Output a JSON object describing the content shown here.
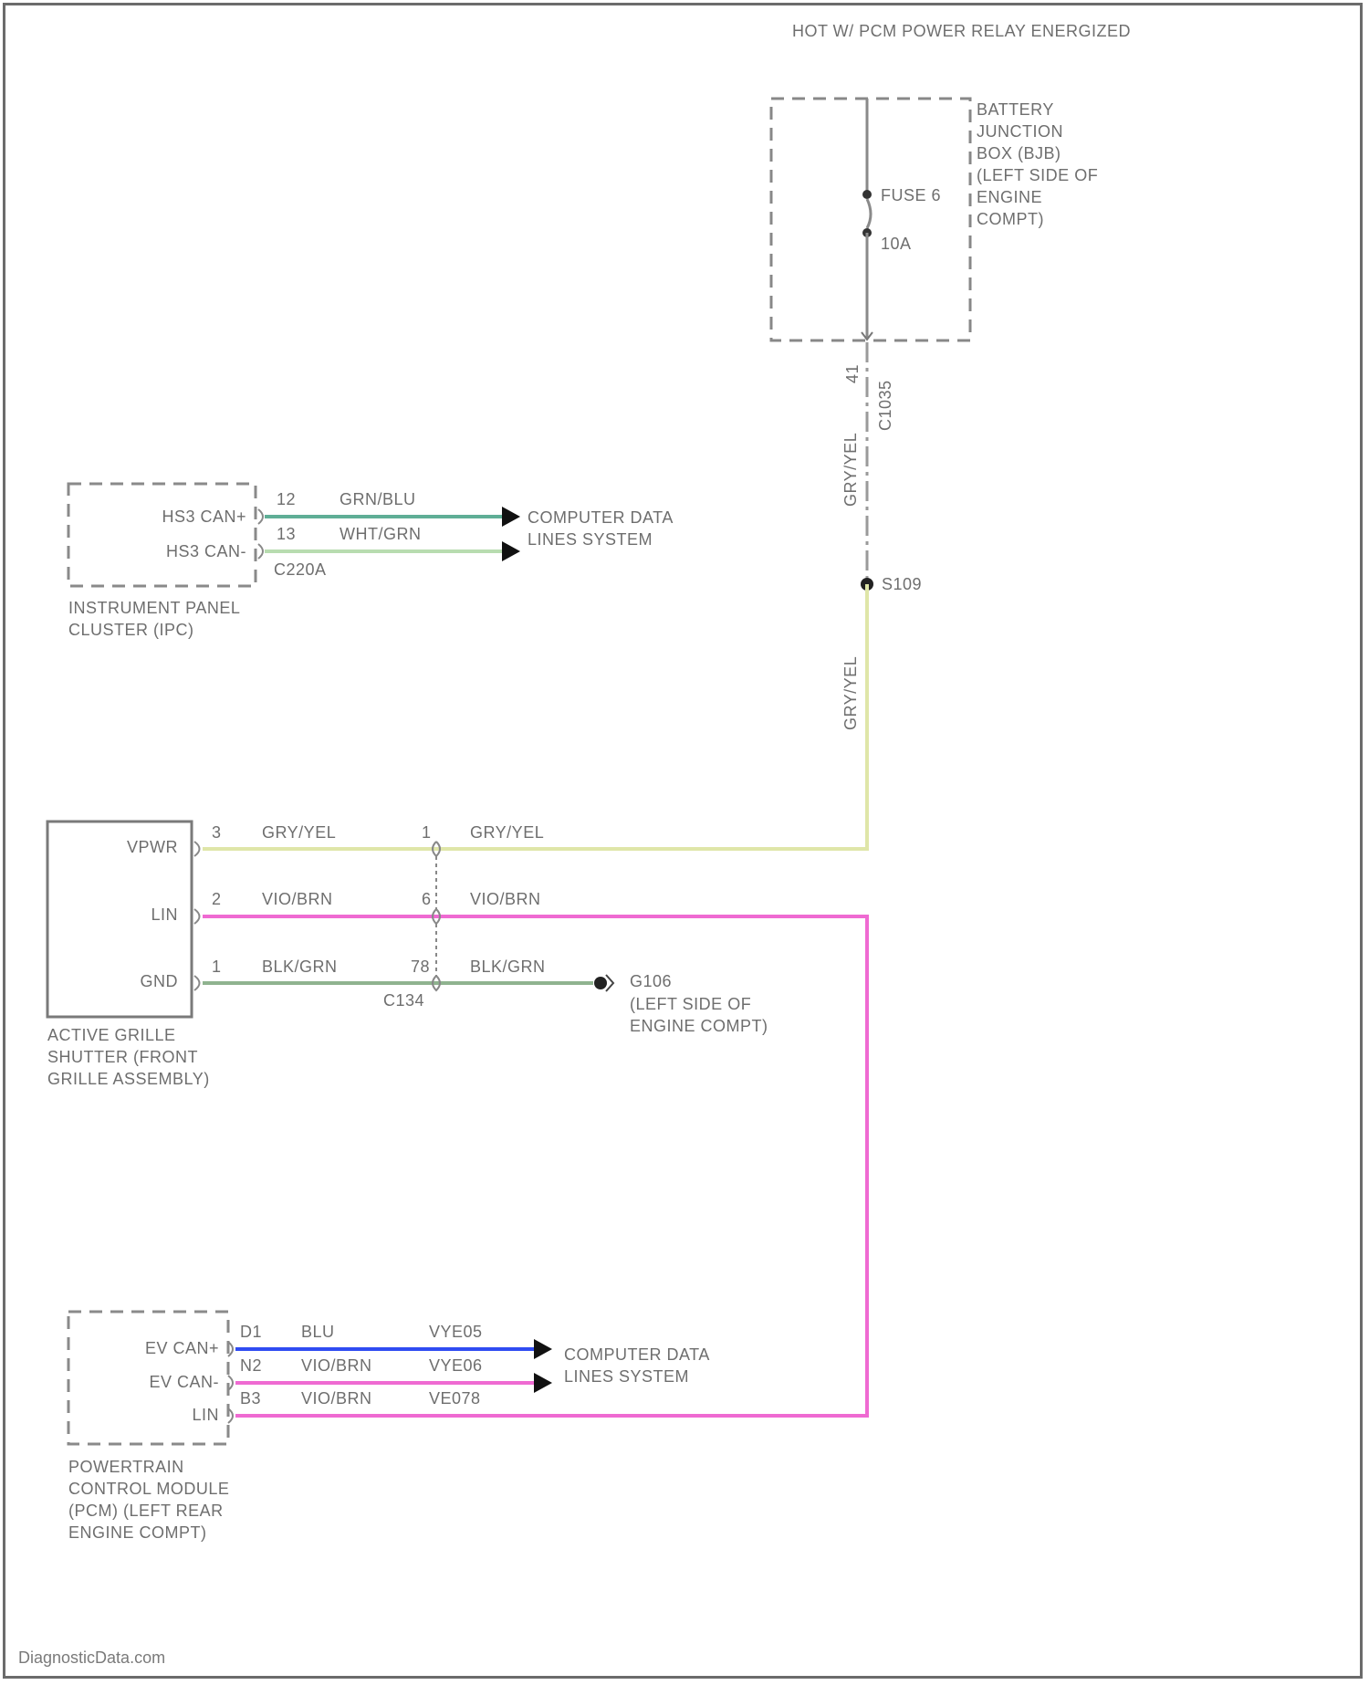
{
  "diagram": {
    "power_source": {
      "label": "HOT W/ PCM POWER RELAY ENERGIZED"
    },
    "bjb": {
      "name": "BATTERY JUNCTION BOX (BJB) (LEFT SIDE OF ENGINE COMPT)",
      "fuse": "FUSE 6",
      "fuse_rating": "10A",
      "pin": "41",
      "connector": "C1035"
    },
    "wires": {
      "gry_yel": "GRY/YEL",
      "vio_brn": "VIO/BRN",
      "blk_grn": "BLK/GRN",
      "grn_blu": "GRN/BLU",
      "wht_grn": "WHT/GRN",
      "blu": "BLU"
    },
    "splice": "S109",
    "ipc": {
      "name": "INSTRUMENT PANEL CLUSTER (IPC)",
      "pin_hs_plus": "HS3 CAN+",
      "pin_hs_minus": "HS3 CAN-",
      "pin_num_1": "12",
      "pin_num_2": "13",
      "connector": "C220A"
    },
    "computer_data": "COMPUTER DATA LINES SYSTEM",
    "shutter": {
      "name": "ACTIVE GRILLE SHUTTER (FRONT GRILLE ASSEMBLY)",
      "pins": [
        {
          "label": "VPWR",
          "num": "3",
          "inline": "1"
        },
        {
          "label": "LIN",
          "num": "2",
          "inline": "6"
        },
        {
          "label": "GND",
          "num": "1",
          "inline": "78"
        }
      ],
      "connector": "C134"
    },
    "ground": {
      "id": "G106",
      "location": "(LEFT SIDE OF ENGINE COMPT)"
    },
    "pcm": {
      "name": "POWERTRAIN CONTROL MODULE (PCM) (LEFT REAR ENGINE COMPT)",
      "pins": [
        {
          "label": "EV CAN+",
          "num": "D1",
          "circuit": "VYE05"
        },
        {
          "label": "EV CAN-",
          "num": "N2",
          "circuit": "VYE06"
        },
        {
          "label": "LIN",
          "num": "B3",
          "circuit": "VE078"
        }
      ]
    }
  },
  "colors": {
    "gry_yel": "#dfe6a8",
    "vio_brn": "#ef6ad2",
    "blk_grn": "#8fb38f",
    "grn_blu": "#5fae96",
    "wht_grn": "#b8dcb0",
    "blu": "#2f4cf2",
    "line": "#7d7d7d"
  },
  "watermark": "DiagnosticData.com"
}
